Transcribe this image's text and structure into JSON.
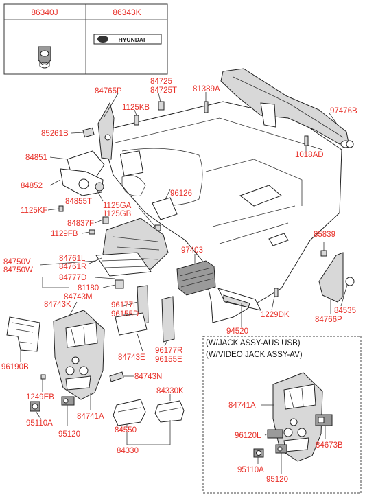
{
  "header_table": {
    "col1_part": "86340J",
    "col2_part": "86343K",
    "emblem_text": "HYUNDAI"
  },
  "inset": {
    "line1": "(W/JACK ASSY-AUS  USB)",
    "line2": "(W/VIDEO JACK ASSY-AV)"
  },
  "labels": {
    "p84765P": "84765P",
    "p84725": "84725",
    "p84725T": "84725T",
    "p81389A": "81389A",
    "p97476B": "97476B",
    "p1125KB": "1125KB",
    "p85261B": "85261B",
    "p1018AD": "1018AD",
    "p84851": "84851",
    "p84852": "84852",
    "p96126": "96126",
    "p84855T": "84855T",
    "p1125GA": "1125GA",
    "p1125GB": "1125GB",
    "p1125KF": "1125KF",
    "p84837F": "84837F",
    "p1129FB": "1129FB",
    "p85839": "85839",
    "p97403": "97403",
    "p84750V": "84750V",
    "p84750W": "84750W",
    "p84761L": "84761L",
    "p84761R": "84761R",
    "p84777D": "84777D",
    "p81180": "81180",
    "p84535": "84535",
    "p84766P": "84766P",
    "p84743M": "84743M",
    "p84743K": "84743K",
    "p96177L": "96177L",
    "p96155D": "96155D",
    "p94520": "94520",
    "p1229DK": "1229DK",
    "p96190B": "96190B",
    "p84743E": "84743E",
    "p96177R": "96177R",
    "p96155E": "96155E",
    "p84743N": "84743N",
    "p1249EB": "1249EB",
    "p84330K": "84330K",
    "p95110A": "95110A",
    "p95120": "95120",
    "p84741A": "84741A",
    "p84550": "84550",
    "p84330": "84330",
    "p84741A_inset": "84741A",
    "p96120L": "96120L",
    "p84673B": "84673B",
    "p95110A_inset": "95110A",
    "p95120_inset": "95120"
  }
}
